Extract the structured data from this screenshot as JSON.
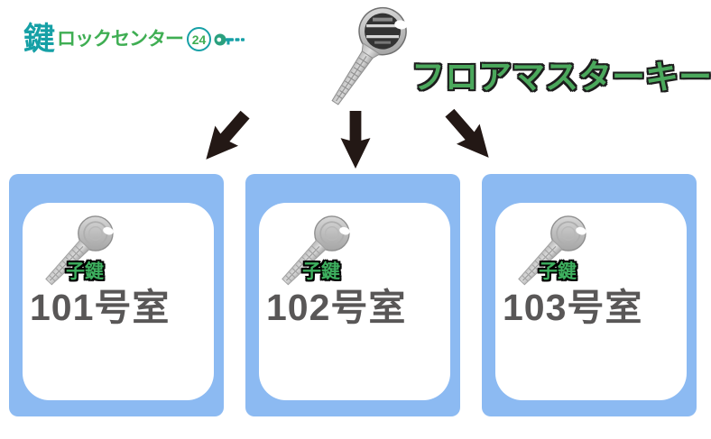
{
  "logo": {
    "brand_kanji": "鍵",
    "brand_text": "ロックセンター",
    "brand_number": "24",
    "teal": "#16a0a6",
    "green": "#3fae53"
  },
  "diagram": {
    "title": "フロアマスターキー",
    "title_color": "#4BA85C",
    "arrow_color": "#231815",
    "card_bg": "#8CBAF2",
    "room_label_color": "#595757",
    "key_type_color": "#3EB05F",
    "rooms": [
      {
        "key_type_label": "子鍵",
        "room_label": "101号室"
      },
      {
        "key_type_label": "子鍵",
        "room_label": "102号室"
      },
      {
        "key_type_label": "子鍵",
        "room_label": "103号室"
      }
    ]
  }
}
